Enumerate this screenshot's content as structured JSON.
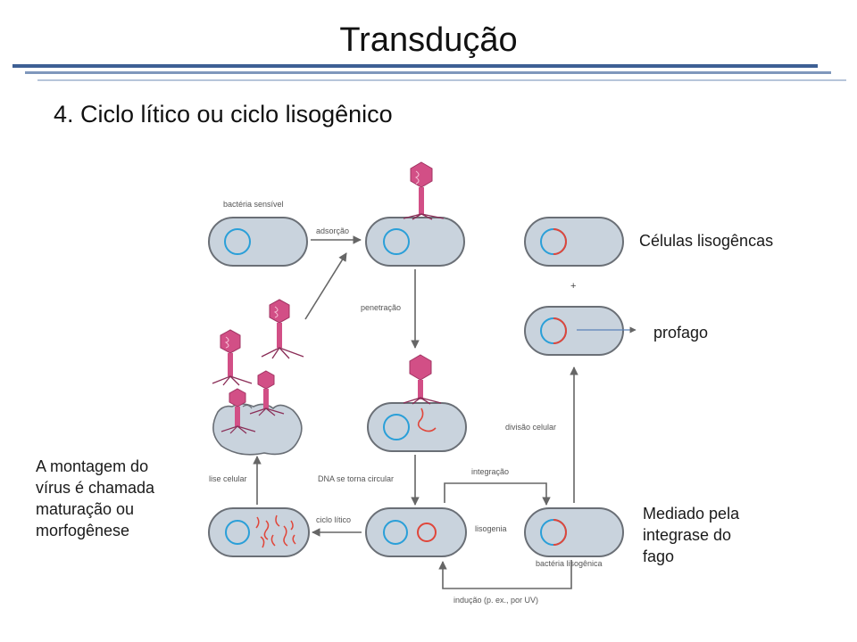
{
  "slide": {
    "title": "Transdução",
    "subtitle": "4. Ciclo lítico ou ciclo lisogênico"
  },
  "diagram": {
    "labels": {
      "bacteria_sensivel": "bactéria sensível",
      "adsorcao": "adsorção",
      "penetracao": "penetração",
      "lise_celular": "lise celular",
      "dna_circular": "DNA se torna circular",
      "integracao": "integração",
      "ciclo_litico": "ciclo lítico",
      "lisogenia": "lisogenia",
      "bacteria_lisogenica": "bactéria lisogênica",
      "inducao": "indução (p. ex., por UV)",
      "divisao_celular": "divisão celular",
      "plus": "+"
    }
  },
  "notes": {
    "celulas_lisogenicas": "Células lisogêncas",
    "profago": "profago",
    "montagem_line1": "A montagem do",
    "montagem_line2": "vírus é chamada",
    "montagem_line3": "maturação ou",
    "montagem_line4": "morfogênese",
    "mediado_line1": "Mediado pela",
    "mediado_line2": "integrase do",
    "mediado_line3": "fago"
  },
  "colors": {
    "cell_fill": "#c9d3dd",
    "cell_stroke": "#6a6f76",
    "bacterial_dna": "#2a9fd8",
    "phage_dna": "#e0463a",
    "phage": "#d24f86",
    "arrow": "#666666",
    "title_rule": "#3d5f94"
  }
}
